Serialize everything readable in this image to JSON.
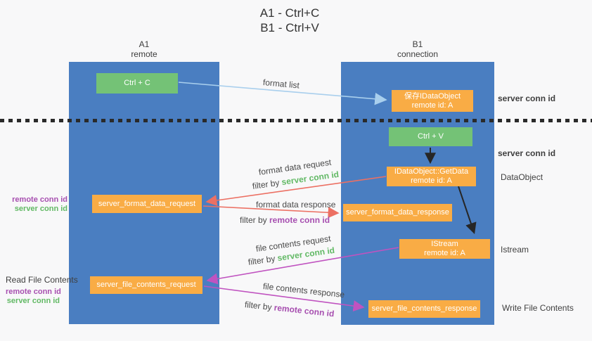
{
  "title": {
    "line1": "A1 - Ctrl+C",
    "line2": "B1 - Ctrl+V"
  },
  "lanes": {
    "a": {
      "name": "A1",
      "role": "remote"
    },
    "b": {
      "name": "B1",
      "role": "connection"
    }
  },
  "nodes": {
    "ctrl_c": {
      "label": "Ctrl + C"
    },
    "save_idataobject": {
      "line1": "保存IDataObject",
      "line2": "remote id: A"
    },
    "ctrl_v": {
      "label": "Ctrl + V"
    },
    "getdata": {
      "line1": "IDataObject::GetData",
      "line2": "remote id: A"
    },
    "format_request": {
      "label": "server_format_data_request"
    },
    "format_response": {
      "label": "server_format_data_response"
    },
    "istream": {
      "line1": "IStream",
      "line2": "remote id: A"
    },
    "file_request": {
      "label": "server_file_contents_request"
    },
    "file_response": {
      "label": "server_file_contents_response"
    }
  },
  "edge_labels": {
    "format_list": "format list",
    "format_data_request": "format data request",
    "format_data_response": "format data response",
    "file_contents_request": "file contents request",
    "file_contents_response": "file contents response",
    "filter_by": "filter by ",
    "server_conn_id": "server conn id",
    "remote_conn_id": "remote conn id"
  },
  "side_labels": {
    "server_conn_id_top": "server conn id",
    "server_conn_id_mid": "server conn id",
    "dataobject": "DataObject",
    "istream": "Istream",
    "write_file_contents": "Write File Contents",
    "read_file_contents": "Read File Contents",
    "remote_conn_id": "remote conn id",
    "server_conn_id": "server conn id"
  },
  "colors": {
    "lane_blue": "#4a7ec1",
    "box_green": "#74c276",
    "box_orange": "#f9ac45",
    "arrow_light_blue": "#a9cfed",
    "arrow_black": "#262626",
    "arrow_salmon": "#ec7063",
    "arrow_magenta": "#c053c0",
    "text_green": "#62b965",
    "text_purple": "#a74fb0",
    "text_dark": "#4a4a4a",
    "background": "#f8f8f9"
  }
}
